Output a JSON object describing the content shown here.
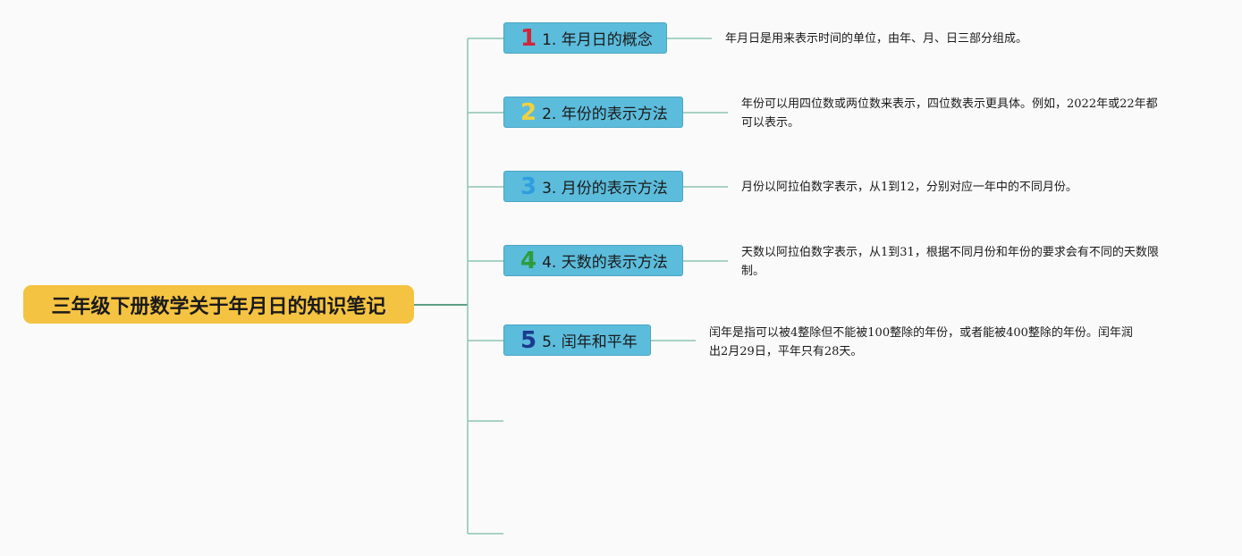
{
  "root": {
    "label": "三年级下册数学关于年月日的知识笔记"
  },
  "colors": {
    "root_bg": "#f5c342",
    "branch_bg": "#5cbcdc",
    "connector": "#5d9e86",
    "icon_1": "#d0263a",
    "icon_2": "#f2d13e",
    "icon_3": "#2f9ee0",
    "icon_4": "#2e9c3a",
    "icon_5": "#1c3a8f"
  },
  "branches": [
    {
      "icon": "1",
      "label": "1. 年月日的概念",
      "desc_lines": [
        "年月日是用来表示时间的单位，由年、月、日三部分组成。"
      ]
    },
    {
      "icon": "2",
      "label": "2. 年份的表示方法",
      "desc_lines": [
        "年份可以用四位数或两位数来表示，四位数表示更具体。例如，2022年或22年都",
        "可以表示。"
      ]
    },
    {
      "icon": "3",
      "label": "3. 月份的表示方法",
      "desc_lines": [
        "月份以阿拉伯数字表示，从1到12，分别对应一年中的不同月份。"
      ]
    },
    {
      "icon": "4",
      "label": "4. 天数的表示方法",
      "desc_lines": [
        "天数以阿拉伯数字表示，从1到31，根据不同月份和年份的要求会有不同的天数限",
        "制。"
      ]
    },
    {
      "icon": "5",
      "label": "5. 闰年和平年",
      "desc_lines": [
        "闰年是指可以被4整除但不能被100整除的年份，或者能被400整除的年份。闰年润",
        "出2月29日，平年只有28天。"
      ]
    }
  ]
}
